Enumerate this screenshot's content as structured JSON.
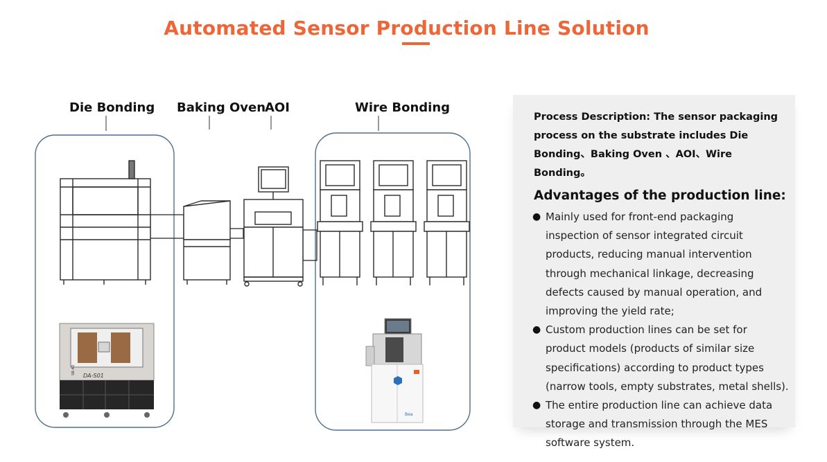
{
  "page": {
    "title": "Automated Sensor Production Line Solution"
  },
  "stages": {
    "die_bonding": "Die Bonding",
    "baking_oven": "Baking Oven",
    "aoi": "AOI",
    "wire_bonding": "Wire Bonding"
  },
  "machine_text": {
    "die_bonder_model": "DA-S01",
    "die_bonder_side": "SB-4D",
    "wire_bonder_brand": "Bea"
  },
  "panel": {
    "process_description": "Process Description: The sensor packaging process on the substrate includes Die Bonding、Baking Oven 、AOI、Wire Bonding。",
    "advantages_title": "Advantages of the production line:",
    "bullet_glyph": "●",
    "advantages": [
      "Mainly used for front-end packaging inspection of sensor integrated circuit products, reducing manual intervention through mechanical linkage, decreasing defects caused by manual operation, and improving the yield rate;",
      "Custom production lines can be set for product models (products of similar size specifications) according to product types (narrow tools, empty substrates, metal shells).",
      "The entire production line can achieve data storage and transmission through the MES software system."
    ]
  },
  "colors": {
    "accent": "#ee6638",
    "group_border": "#4d6f8a",
    "panel_bg": "#efefef",
    "machine_line": "#2b2b2b"
  }
}
